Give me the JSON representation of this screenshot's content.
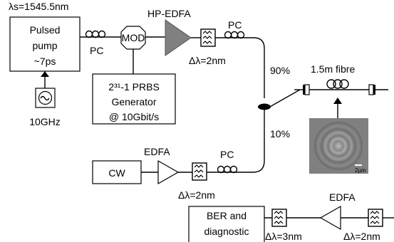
{
  "labels": {
    "lambda_s": "λs=1545.5nm",
    "pulsed_pump_1": "Pulsed",
    "pulsed_pump_2": "pump",
    "pulsed_pump_3": "~7ps",
    "clock": "10GHz",
    "pc1": "PC",
    "mod": "MOD",
    "hp_edfa": "HP-EDFA",
    "pc2": "PC",
    "filter1": "Δλ=2nm",
    "prbs_1": "2³¹-1 PRBS",
    "prbs_2": "Generator",
    "prbs_3": "@ 10Gbit/s",
    "split90": "90%",
    "split10": "10%",
    "fibre": "1.5m fibre",
    "scale": "2µm",
    "cw": "CW",
    "edfa": "EDFA",
    "pc3": "PC",
    "filter2": "Δλ=2nm",
    "ber_1": "BER and",
    "ber_2": "diagnostic",
    "filter3": "Δλ=3nm",
    "edfa2": "EDFA",
    "filter4": "Δλ=2nm"
  }
}
